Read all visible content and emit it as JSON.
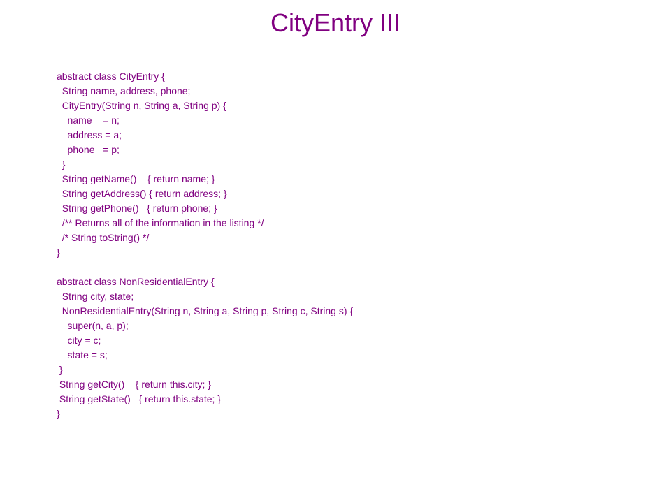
{
  "slide": {
    "title": "CityEntry III",
    "text_color": "#800080",
    "code_lines": [
      "abstract class CityEntry {",
      "  String name, address, phone;",
      "  CityEntry(String n, String a, String p) {",
      "    name    = n;",
      "    address = a;",
      "    phone   = p;",
      "  }",
      "  String getName()    { return name; }",
      "  String getAddress() { return address; }",
      "  String getPhone()   { return phone; }",
      "  /** Returns all of the information in the listing */",
      "  /* String toString() */",
      "}",
      "",
      "abstract class NonResidentialEntry {",
      "  String city, state;",
      "  NonResidentialEntry(String n, String a, String p, String c, String s) {",
      "    super(n, a, p);",
      "    city = c;",
      "    state = s;",
      " }",
      " String getCity()    { return this.city; }",
      " String getState()   { return this.state; }",
      "}"
    ]
  }
}
